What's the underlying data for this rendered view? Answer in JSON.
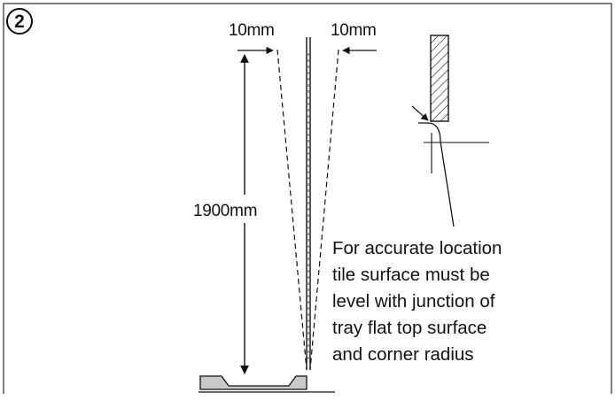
{
  "step_number": "2",
  "dimensions": {
    "left_offset": "10mm",
    "right_offset": "10mm",
    "height": "1900mm"
  },
  "note": {
    "lines": [
      "For accurate location",
      "tile surface must be",
      "level with junction of",
      "tray flat top surface",
      "and corner radius"
    ]
  },
  "colors": {
    "line": "#111111",
    "tray_fill": "#c9c9c9",
    "frame": "#555555"
  }
}
